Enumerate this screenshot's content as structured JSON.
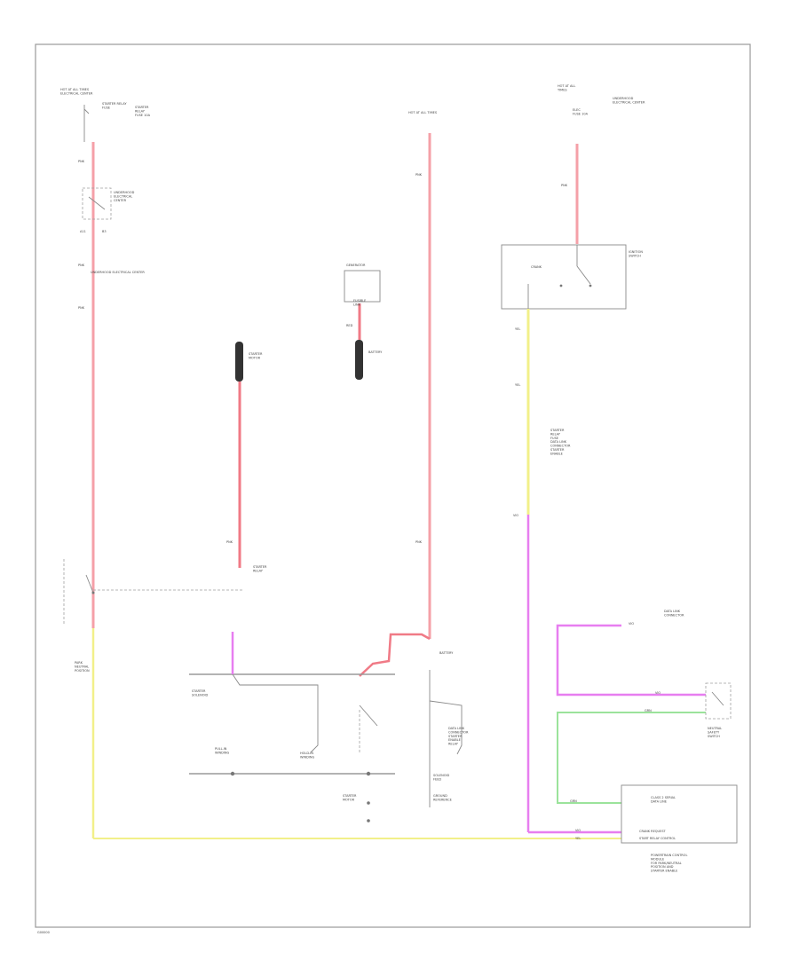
{
  "wire_colors": {
    "pink": "#f5a0a8",
    "red": "#f07a86",
    "yellow": "#f2f08a",
    "violet": "#e77ef0",
    "green": "#9be39b",
    "black": "#333333",
    "frame": "#9a9a9a"
  },
  "labels": {
    "underhood_fuse": "HOT AT ALL TIMES\nELECTRICAL CENTER",
    "stop_fuse": "STARTER RELAY\nFUSE",
    "stop_desc": "STARTER\nRELAY\nFUSE 10A",
    "wire1": "PNK",
    "relay_box": "UNDERHOOD\nELECTRICAL\nCENTER",
    "pin1": "A11",
    "pin2": "B3",
    "rear_connector": "UNDERHOOD ELECTRICAL CENTER",
    "wire2": "PNK",
    "wire3": "PNK",
    "ground1": "STARTER\nMOTOR",
    "ground2": "BATTERY",
    "generator": "GENERATOR",
    "hot_center": "HOT AT ALL TIMES",
    "fusible": "FUSIBLE\nLINK",
    "wire_red": "RED",
    "hot_right": "HOT AT ALL\nTIMES",
    "fuse_right": "ELEC\nFUSE 10A",
    "right_panel": "UNDERHOOD\nELECTRICAL CENTER",
    "wire_right": "PNK",
    "ign_switch": "IGNITION\nSWITCH",
    "switch_pos": "CRANK",
    "relay_desc": "STARTER\nRELAY",
    "wire_yel": "YEL",
    "wire_yel2": "YEL",
    "right_desc": "STARTER\nRELAY\nFUSE\nDATA LINK\nCONNECTOR\nSTARTER\nENABLE",
    "park_neutral": "PARK\nNEUTRAL\nPOSITION",
    "starter_relay": "STARTER\nRELAY",
    "battery_label": "BATTERY",
    "ecm_note": "DATA LINK\nCONNECTOR\nSTARTER\nENABLE\nRELAY",
    "starter_solenoid": "STARTER\nSOLENOID",
    "solenoid_desc": "SOLENOID\nFEED",
    "ground_ref": "GROUND\nREFERENCE",
    "pull_in": "PULL-IN\nWINDING",
    "hold_in": "HOLD-IN\nWINDING",
    "starter_motor": "STARTER\nMOTOR",
    "neutral_switch": "NEUTRAL\nSAFETY\nSWITCH",
    "wire_pnk_right": "PNK",
    "wire_grn": "GRN",
    "wire_vio": "VIO",
    "data_link": "DATA LINK\nCONNECTOR",
    "powertrain": "POWERTRAIN CONTROL\nMODULE",
    "pcm_pin1": "START RELAY CONTROL",
    "pcm_pin2": "CRANK REQUEST",
    "pcm_desc": "POWERTRAIN CONTROL\nMODULE\nFOR PARK/NEUTRAL\nPOSITION AND\nSTARTER ENABLE",
    "crank_control": "CLASS 2 SERIAL\nDATA LINE",
    "footer_code": "G00000"
  }
}
